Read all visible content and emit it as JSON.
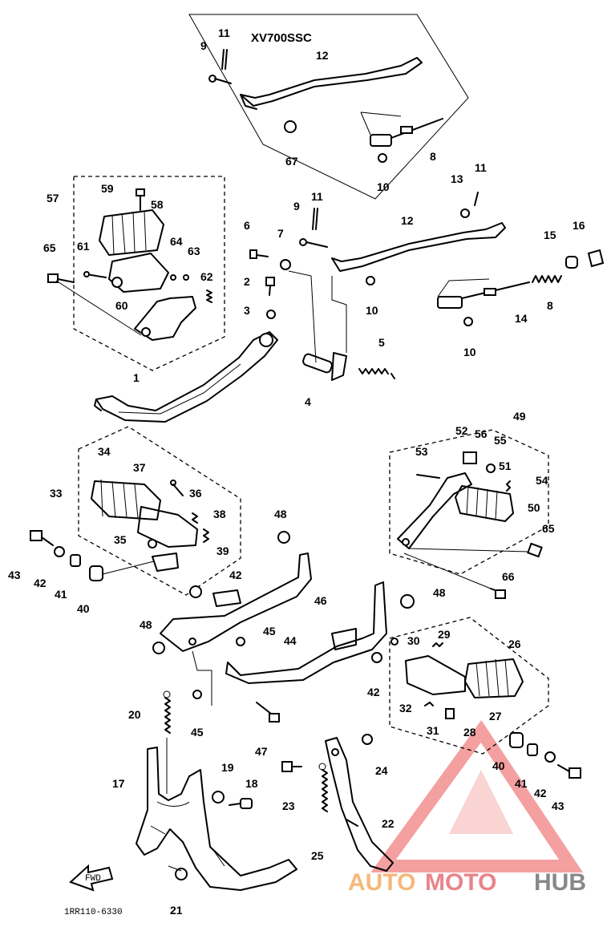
{
  "diagram": {
    "model_title": "XV700SSC",
    "drawing_code": "1RR110-6330",
    "fwd_label": "FWD",
    "watermark": {
      "part1": "AUTO",
      "part2": "MOTO",
      "part3": "HUB",
      "colors": {
        "auto": "#f5b87a",
        "moto": "#e8848a",
        "hub": "#888888",
        "triangle": "#f08080"
      }
    },
    "callouts": [
      "11",
      "9",
      "12",
      "8",
      "67",
      "10",
      "13",
      "11",
      "16",
      "15",
      "59",
      "58",
      "57",
      "64",
      "63",
      "61",
      "65",
      "62",
      "60",
      "6",
      "7",
      "9",
      "11",
      "12",
      "2",
      "3",
      "10",
      "14",
      "8",
      "10",
      "1",
      "4",
      "5",
      "49",
      "52",
      "56",
      "55",
      "53",
      "51",
      "54",
      "50",
      "65",
      "66",
      "34",
      "33",
      "37",
      "36",
      "38",
      "35",
      "39",
      "48",
      "42",
      "43",
      "42",
      "41",
      "40",
      "46",
      "48",
      "48",
      "45",
      "44",
      "30",
      "29",
      "26",
      "42",
      "32",
      "31",
      "28",
      "27",
      "20",
      "45",
      "47",
      "24",
      "40",
      "41",
      "42",
      "43",
      "17",
      "19",
      "18",
      "23",
      "22",
      "25",
      "21"
    ]
  }
}
